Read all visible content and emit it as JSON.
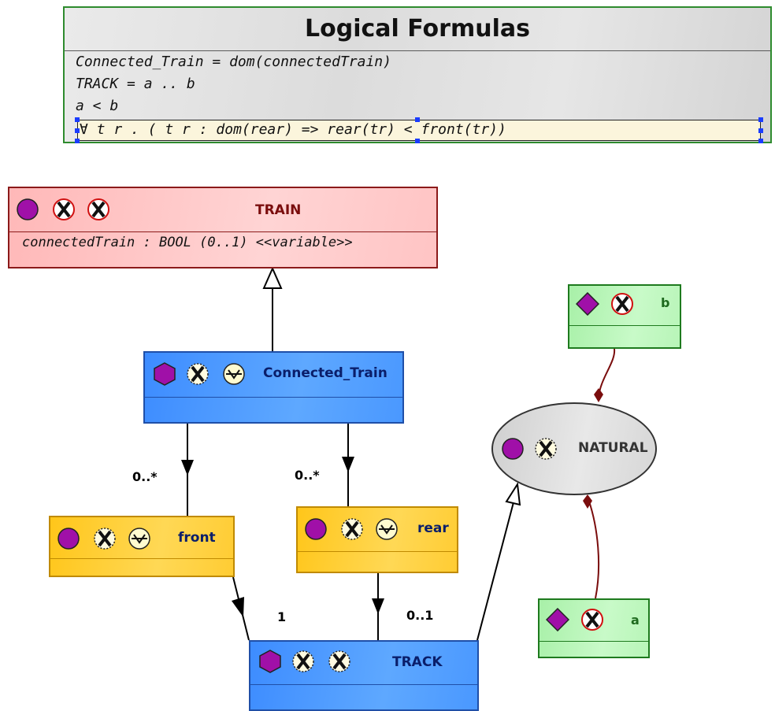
{
  "formulas": {
    "title": "Logical Formulas",
    "lines": [
      "Connected_Train = dom(connectedTrain)",
      "TRACK = a .. b",
      "a < b",
      "∀ t r . ( t r : dom(rear) => rear(tr) < front(tr))"
    ]
  },
  "classes": {
    "train": {
      "name": "TRAIN",
      "attribute": "connectedTrain : BOOL (0..1) <<variable>>"
    },
    "connected_train": {
      "name": "Connected_Train"
    },
    "front": {
      "name": "front"
    },
    "rear": {
      "name": "rear"
    },
    "track": {
      "name": "TRACK"
    },
    "natural": {
      "name": "NATURAL"
    },
    "b": {
      "name": "b"
    },
    "a": {
      "name": "a"
    }
  },
  "multiplicities": {
    "front_source": "0..*",
    "rear_source": "0..*",
    "front_target": "1",
    "rear_target": "0..1"
  },
  "colors": {
    "train_fill": "#ffc4c4",
    "train_border": "#8b1a1a",
    "blue_fill": "#4a98ff",
    "yellow_fill": "#ffcc33",
    "green_fill": "#b8f5b8",
    "natural_fill": "#dcdcdc",
    "icon_purple": "#a010a8"
  },
  "icons": [
    "purple-circle-icon",
    "purple-hexagon-icon",
    "purple-diamond-icon",
    "crossed-x-icon",
    "red-crossed-x-icon",
    "wave-function-icon"
  ]
}
